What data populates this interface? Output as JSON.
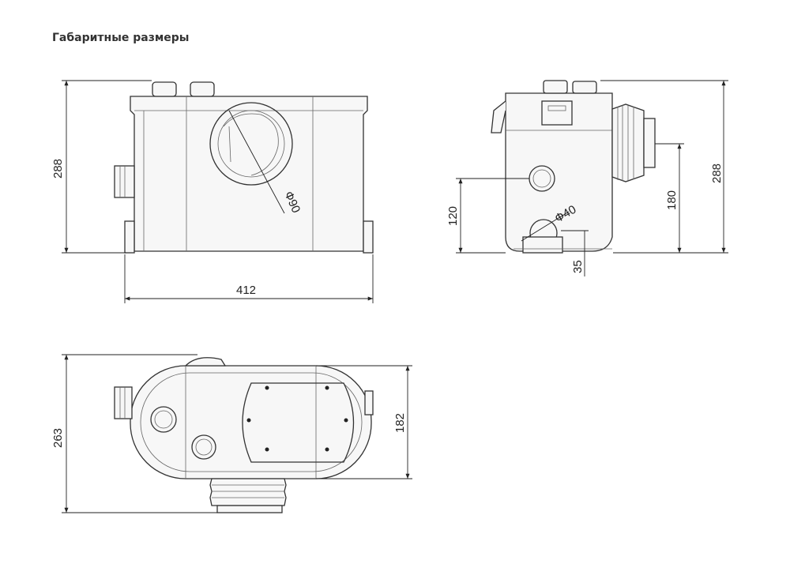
{
  "title": "Габаритные размеры",
  "front_view": {
    "height_label": "288",
    "width_label": "412",
    "inlet_label": "Ф90"
  },
  "side_view": {
    "inlet_height_label": "120",
    "inlet_diameter_label": "Ф40",
    "bottom_offset_label": "35",
    "outlet_height_label": "180",
    "height_label": "288"
  },
  "top_view": {
    "depth_label": "263",
    "body_depth_label": "182"
  }
}
